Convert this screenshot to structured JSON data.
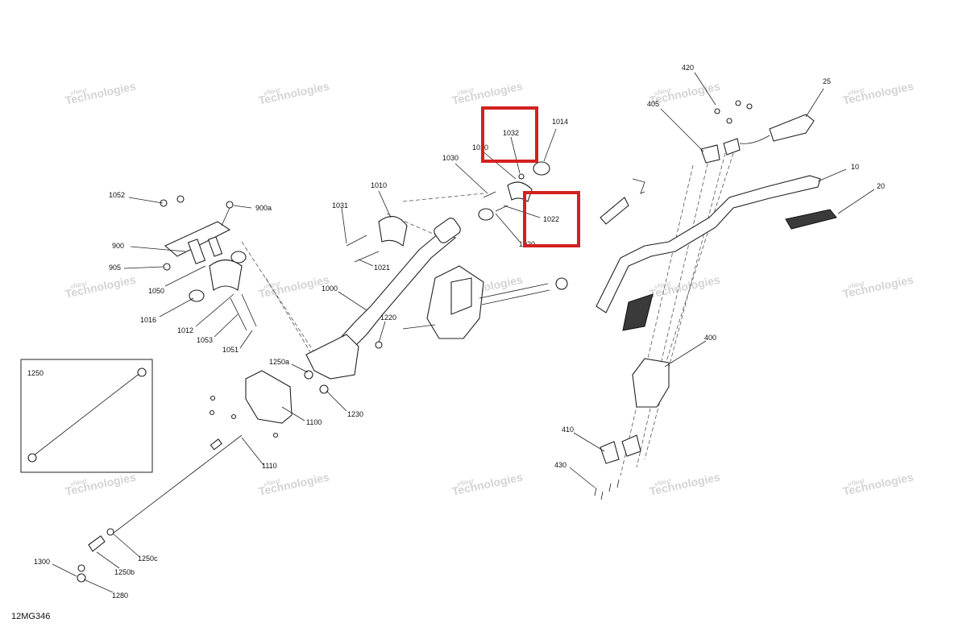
{
  "diagram_id": "12MG346",
  "watermark": {
    "line1": "vNext",
    "line2": "Technologies"
  },
  "highlight_color": "#d42020",
  "inset_label": "1250",
  "callouts": {
    "c420": "420",
    "c25": "25",
    "c405": "405",
    "c10": "10",
    "c20": "20",
    "c1032": "1032",
    "c1014": "1014",
    "c1010a": "1010",
    "c1030": "1030",
    "c1022": "1022",
    "c1020": "1020",
    "c1010": "1010",
    "c1031": "1031",
    "c1021": "1021",
    "c1052": "1052",
    "c900a": "900a",
    "c900": "900",
    "c905": "905",
    "c1050": "1050",
    "c1016": "1016",
    "c1012": "1012",
    "c1053": "1053",
    "c1051": "1051",
    "c1000": "1000",
    "c1220": "1220",
    "c1250a": "1250a",
    "c1230": "1230",
    "c1100": "1100",
    "c1110": "1110",
    "c400": "400",
    "c410": "410",
    "c430": "430",
    "c1300": "1300",
    "c1250b": "1250b",
    "c1250c": "1250c",
    "c1280": "1280"
  }
}
